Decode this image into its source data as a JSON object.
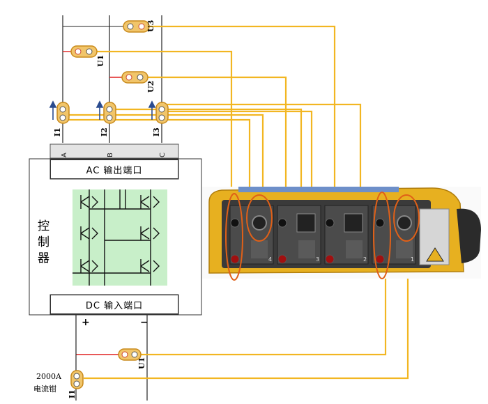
{
  "labels": {
    "ac_port": "AC 输出端口",
    "dc_port": "DC 输入端口",
    "controller": [
      "控",
      "制",
      "器"
    ],
    "phase_a": "A",
    "phase_b": "B",
    "phase_c": "C",
    "plus": "+",
    "minus": "−",
    "clamp_rating": "2000A",
    "clamp_name": "电流钳"
  },
  "probes": {
    "u1": "U1",
    "u2": "U2",
    "u3": "U3",
    "i1": "I1",
    "i2": "I2",
    "i3": "I3",
    "dc_u": "U1",
    "dc_i": "I1"
  },
  "analyzer": {
    "channel_numbers": [
      "4",
      "3",
      "2",
      "1"
    ]
  },
  "colors": {
    "wire": "#f2b622",
    "red_lead": "#e02020",
    "probe_body": "#f1c56a",
    "probe_edge": "#c98a1b",
    "circle_marker": "#e06018",
    "inverter_bg": "#c8efc9",
    "analyzer_body": "#e7b020",
    "analyzer_panel": "#3a3a3a"
  }
}
